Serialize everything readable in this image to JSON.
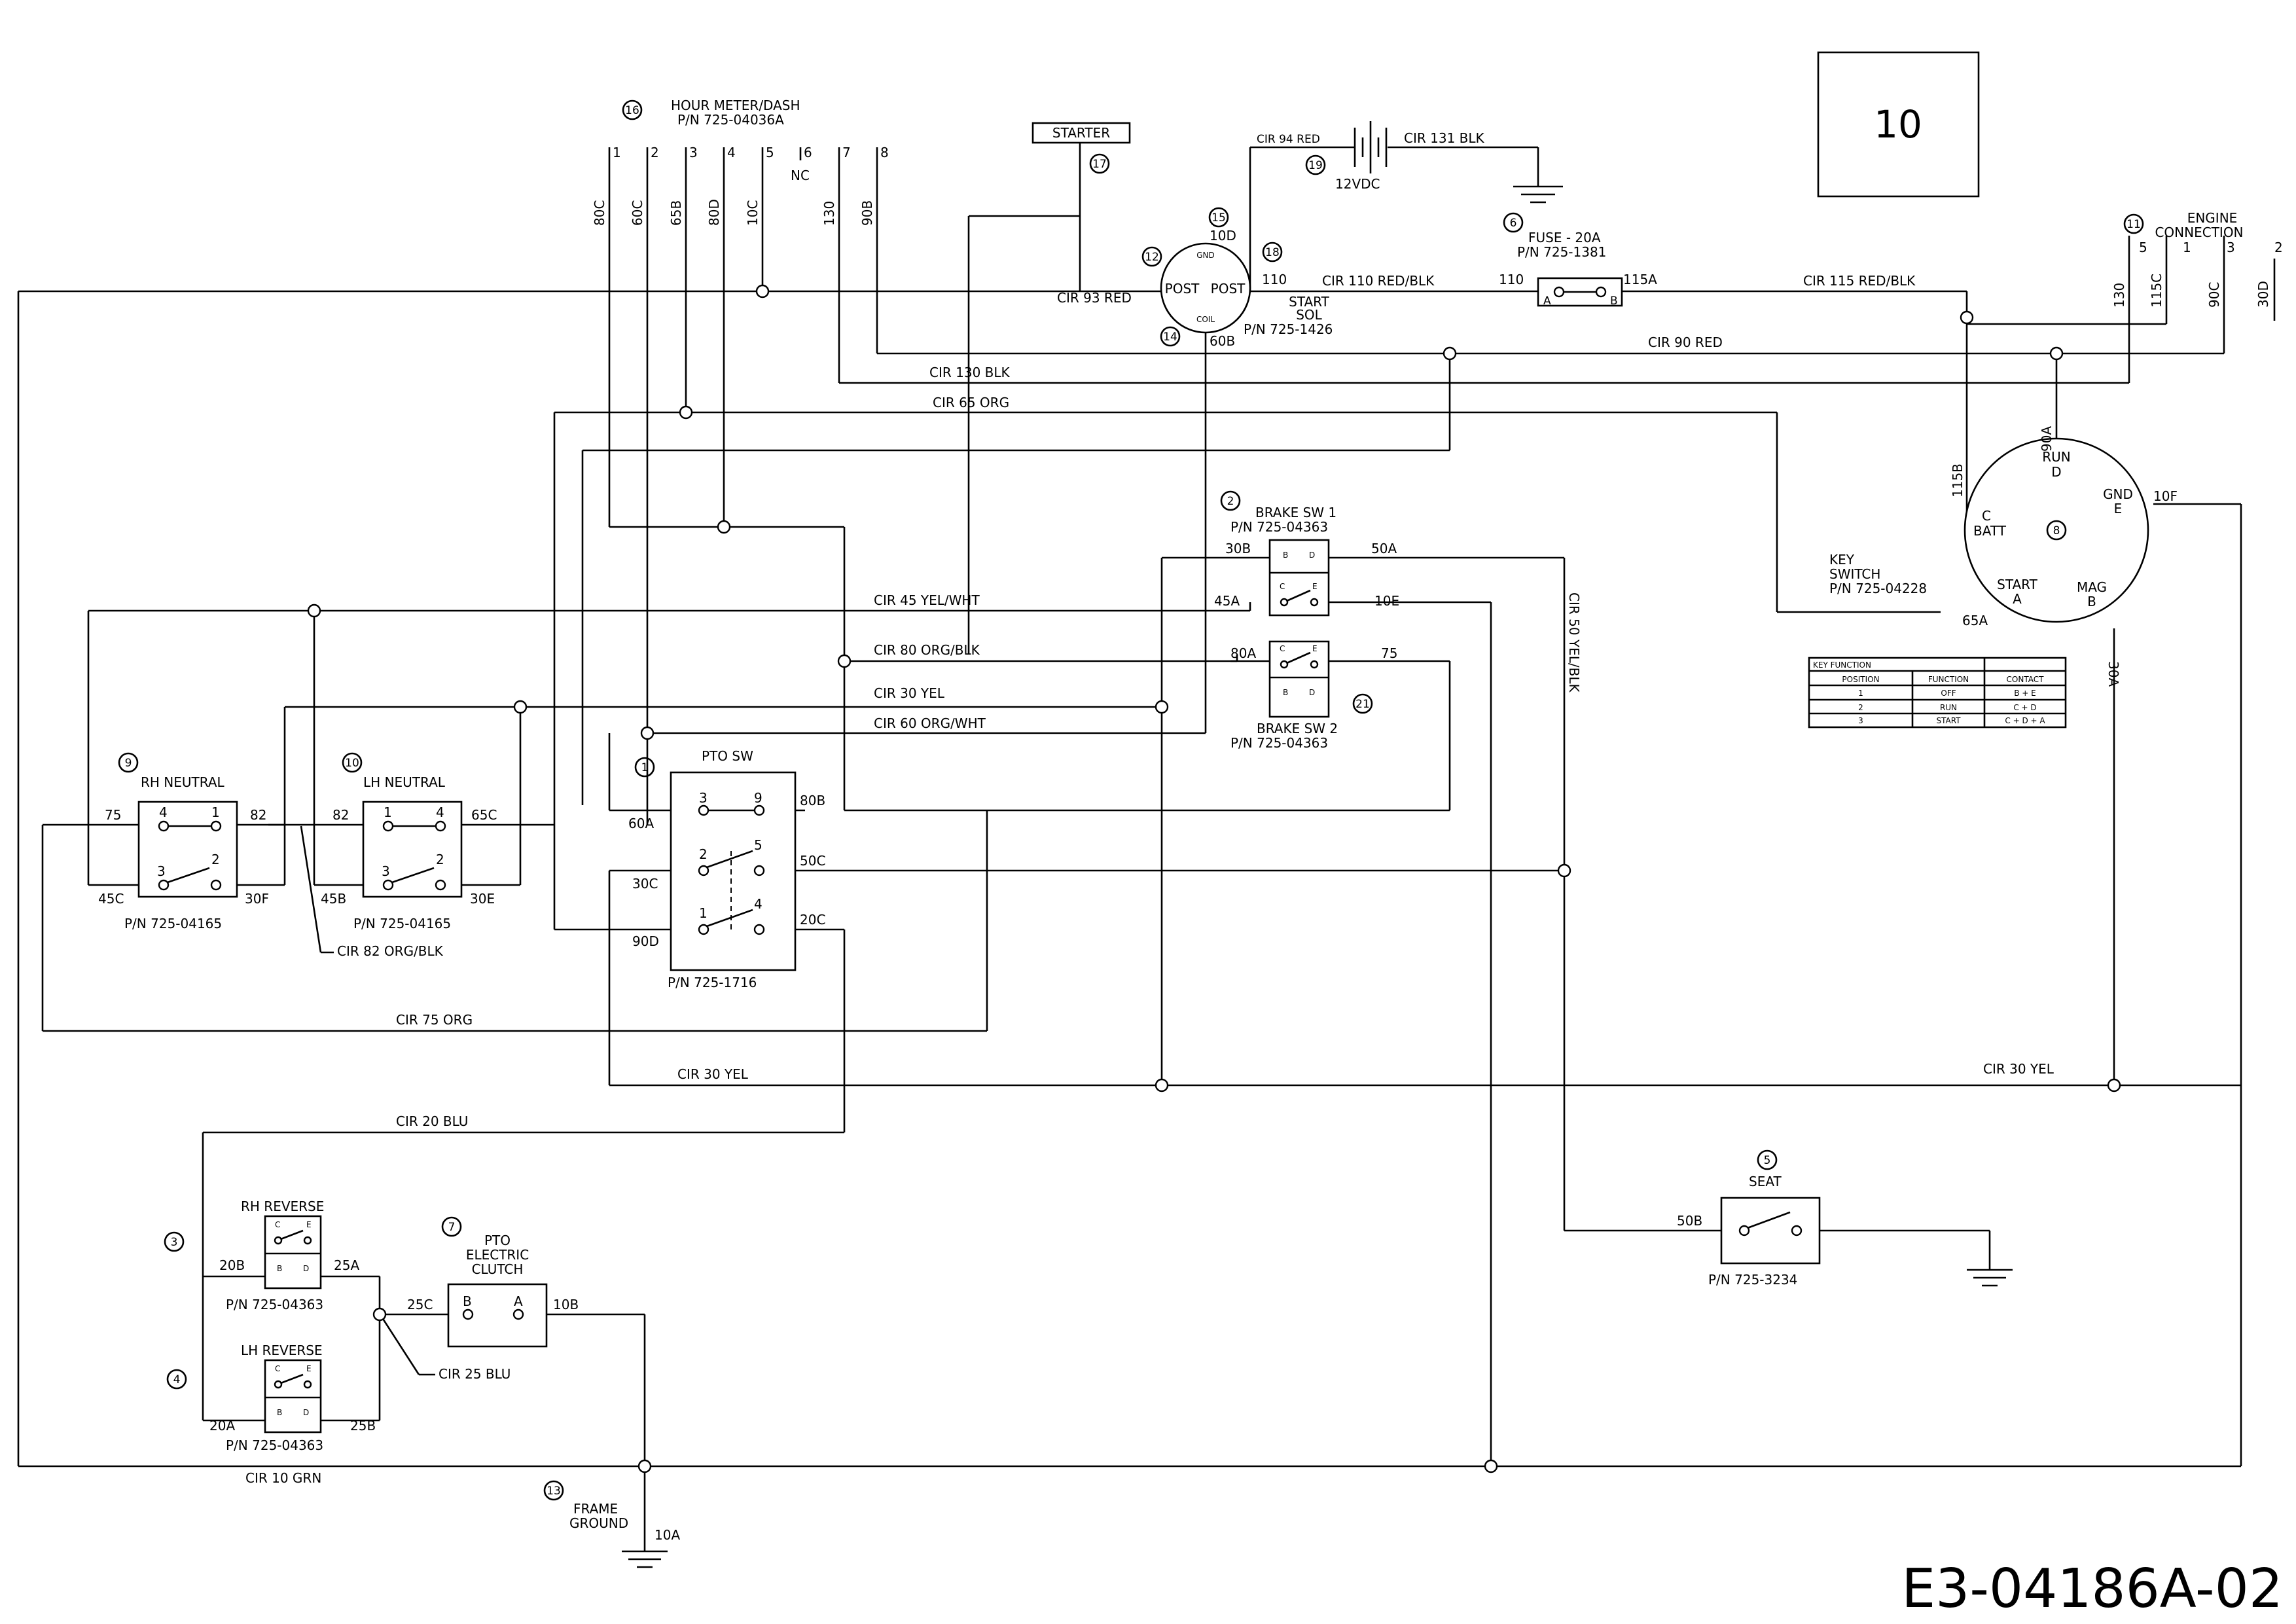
{
  "page_box": "10",
  "drawing_code": "E3-04186A-02",
  "components": {
    "hour_meter": {
      "num": "16",
      "title": "HOUR METER/DASH",
      "pn": "P/N 725-04036A",
      "pins": [
        "1",
        "2",
        "3",
        "4",
        "5",
        "6",
        "7",
        "8"
      ],
      "nc": "NC",
      "wires": [
        "80C",
        "60C",
        "65B",
        "80D",
        "10C",
        "130",
        "90B"
      ]
    },
    "starter": {
      "num": "17",
      "title": "STARTER"
    },
    "solenoid": {
      "num": "18",
      "title": "START",
      "title2": "SOL",
      "pn": "P/N 725-1426",
      "post1": "POST",
      "post2": "POST",
      "gnd": "GND",
      "coil": "COIL",
      "n12": "12",
      "n14": "14",
      "n15": "15",
      "w10d": "10D",
      "w60b": "60B",
      "w110": "110"
    },
    "battery": {
      "num": "19",
      "voltage": "12VDC",
      "cir94": "CIR 94 RED",
      "cir131": "CIR 131 BLK"
    },
    "fuse": {
      "num": "6",
      "title": "FUSE - 20A",
      "pn": "P/N 725-1381",
      "a": "A",
      "b": "B",
      "w110": "110",
      "w115a": "115A"
    },
    "engine": {
      "num": "11",
      "title": "ENGINE",
      "title2": "CONNECTION",
      "pins": [
        "5",
        "1",
        "3",
        "2"
      ],
      "wires": [
        "130",
        "115C",
        "90C",
        "30D"
      ]
    },
    "key_switch": {
      "num": "8",
      "title": "KEY",
      "title2": "SWITCH",
      "pn": "P/N 725-04228",
      "run": "RUN",
      "d": "D",
      "gnd": "GND",
      "e": "E",
      "c": "C",
      "batt": "BATT",
      "start": "START",
      "a": "A",
      "mag": "MAG",
      "b": "B",
      "w90a": "90A",
      "w115b": "115B",
      "w10f": "10F",
      "w65a": "65A",
      "w30a": "30A"
    },
    "key_table": {
      "title": "KEY FUNCTION",
      "headers": [
        "POSITION",
        "FUNCTION",
        "CONTACT"
      ],
      "rows": [
        [
          "1",
          "OFF",
          "B + E"
        ],
        [
          "2",
          "RUN",
          "C + D"
        ],
        [
          "3",
          "START",
          "C + D + A"
        ]
      ]
    },
    "brake_sw1": {
      "num": "2",
      "title": "BRAKE SW 1",
      "pn": "P/N 725-04363",
      "w30b": "30B",
      "w50a": "50A",
      "w45a": "45A",
      "w10e": "10E"
    },
    "brake_sw2": {
      "num": "21",
      "title": "BRAKE SW 2",
      "pn": "P/N 725-04363",
      "w80a": "80A",
      "w75": "75"
    },
    "pto_sw": {
      "num": "1",
      "title": "PTO SW",
      "pn": "P/N 725-1716",
      "pins": [
        "3",
        "9",
        "2",
        "5",
        "1",
        "4"
      ],
      "w60a": "60A",
      "w80b": "80B",
      "w30c": "30C",
      "w50c": "50C",
      "w90d": "90D",
      "w20c": "20C"
    },
    "rh_neutral": {
      "num": "9",
      "title": "RH NEUTRAL",
      "pn": "P/N 725-04165",
      "pins": [
        "4",
        "1",
        "3",
        "2"
      ],
      "w75": "75",
      "w82": "82",
      "w45c": "45C",
      "w30f": "30F"
    },
    "lh_neutral": {
      "num": "10",
      "title": "LH NEUTRAL",
      "pn": "P/N 725-04165",
      "pins": [
        "1",
        "4",
        "3",
        "2"
      ],
      "w82": "82",
      "w65c": "65C",
      "w45b": "45B",
      "w30e": "30E"
    },
    "seat": {
      "num": "5",
      "title": "SEAT",
      "pn": "P/N 725-3234",
      "w50b": "50B"
    },
    "rh_reverse": {
      "num": "3",
      "title": "RH REVERSE",
      "pn": "P/N 725-04363",
      "w20b": "20B",
      "w25a": "25A"
    },
    "lh_reverse": {
      "num": "4",
      "title": "LH REVERSE",
      "pn": "P/N 725-04363",
      "w20a": "20A",
      "w25b": "25B"
    },
    "pto_clutch": {
      "num": "7",
      "title": "PTO",
      "title2": "ELECTRIC",
      "title3": "CLUTCH",
      "b": "B",
      "a": "A",
      "w25c": "25C",
      "w10b": "10B"
    },
    "frame_ground": {
      "num": "13",
      "title": "FRAME",
      "title2": "GROUND",
      "w10a": "10A"
    }
  },
  "circuits": {
    "c93": "CIR 93 RED",
    "c110": "CIR 110 RED/BLK",
    "c115": "CIR 115 RED/BLK",
    "c90": "CIR 90 RED",
    "c130": "CIR 130 BLK",
    "c65": "CIR 65 ORG",
    "c45": "CIR 45 YEL/WHT",
    "c80": "CIR 80 ORG/BLK",
    "c30a": "CIR 30 YEL",
    "c60": "CIR 60 ORG/WHT",
    "c50": "CIR 50 YEL/BLK",
    "c82": "CIR 82 ORG/BLK",
    "c75": "CIR 75 ORG",
    "c30b": "CIR 30 YEL",
    "c30c": "CIR 30 YEL",
    "c20": "CIR 20 BLU",
    "c25": "CIR 25 BLU",
    "c10": "CIR 10 GRN"
  }
}
